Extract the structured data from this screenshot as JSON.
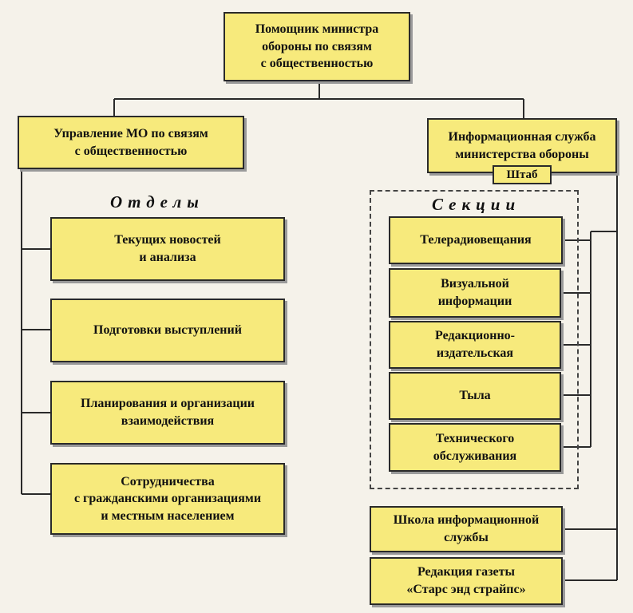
{
  "top": {
    "lines": [
      "Помощник министра",
      "обороны по связям",
      "с общественностью"
    ]
  },
  "left_head": {
    "lines": [
      "Управление МО по связям",
      "с общественностью"
    ]
  },
  "right_head": {
    "lines": [
      "Информационная служба",
      "министерства обороны"
    ],
    "tab": "Штаб"
  },
  "left_heading": "Отделы",
  "right_heading": "Секции",
  "departments": [
    {
      "lines": [
        "Текущих новостей",
        "и анализа"
      ]
    },
    {
      "lines": [
        "Подготовки выступлений"
      ]
    },
    {
      "lines": [
        "Планирования и организации",
        "взаимодействия"
      ]
    },
    {
      "lines": [
        "Сотрудничества",
        "с гражданскими организациями",
        "и местным населением"
      ]
    }
  ],
  "sections": [
    {
      "lines": [
        "Телерадиовещания"
      ]
    },
    {
      "lines": [
        "Визуальной",
        "информации"
      ]
    },
    {
      "lines": [
        "Редакционно-",
        "издательская"
      ]
    },
    {
      "lines": [
        "Тыла"
      ]
    },
    {
      "lines": [
        "Технического",
        "обслуживания"
      ]
    }
  ],
  "extra": [
    {
      "lines": [
        "Школа информационной",
        "службы"
      ]
    },
    {
      "lines": [
        "Редакция газеты",
        "«Старс энд страйпс»"
      ]
    }
  ]
}
